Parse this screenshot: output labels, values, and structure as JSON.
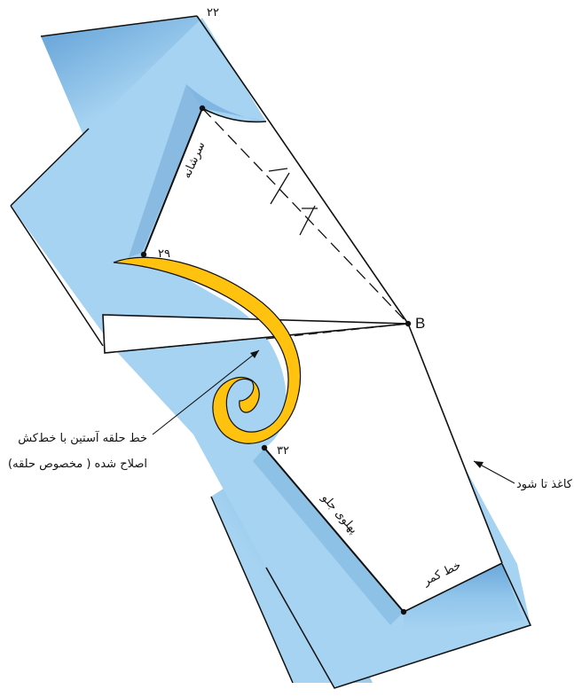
{
  "colors": {
    "paper": "#a6d3f1",
    "paper_dark": "#6fa6d6",
    "pattern": "#ffffff",
    "curve": "#ffc20e",
    "outline": "#111111"
  },
  "labels": {
    "pt_22": "۲۲",
    "pt_29": "۲۹",
    "pt_32": "۳۲",
    "pt_B": "B",
    "shoulder": "سرشانه",
    "front_side": "پهلوی جلو",
    "waist_line": "خط کمر",
    "paper_fold": "کاغذ تا شود",
    "armhole_line1": "خط حلقه آستین با خط‌کش",
    "armhole_line2": "(مخصوص حلقه ) اصلاح شده"
  }
}
